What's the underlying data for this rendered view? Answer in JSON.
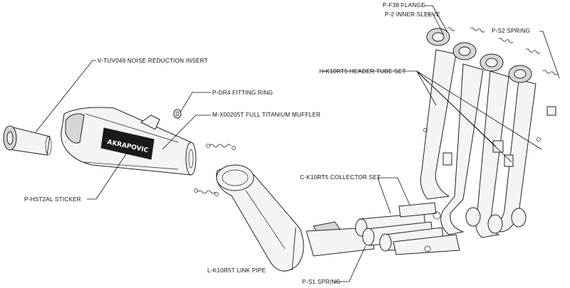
{
  "labels": {
    "flange": "P-F38  FLANGE",
    "inner_sleeve": "P-2  INNER SLEEVE",
    "spring_top": "P-S2  SPRING",
    "noise_insert": "V-TUV049  NOISE REDUCTION INSERT",
    "header_set": "H-K10RT5  HEADER TUBE SET",
    "fitting_ring": "P-DR4  FITTING RING",
    "muffler": "M-X00205T  FULL TITANIUM MUFFLER",
    "collector_set": "C-K10RT5  COLLECTOR SET",
    "sticker": "P-HST2AL  STICKER",
    "link_pipe": "L-K10R5T  LINK PIPE",
    "spring_bottom": "P-S1  SPRING"
  },
  "brand_logo_text": "AKRAPOVIC"
}
